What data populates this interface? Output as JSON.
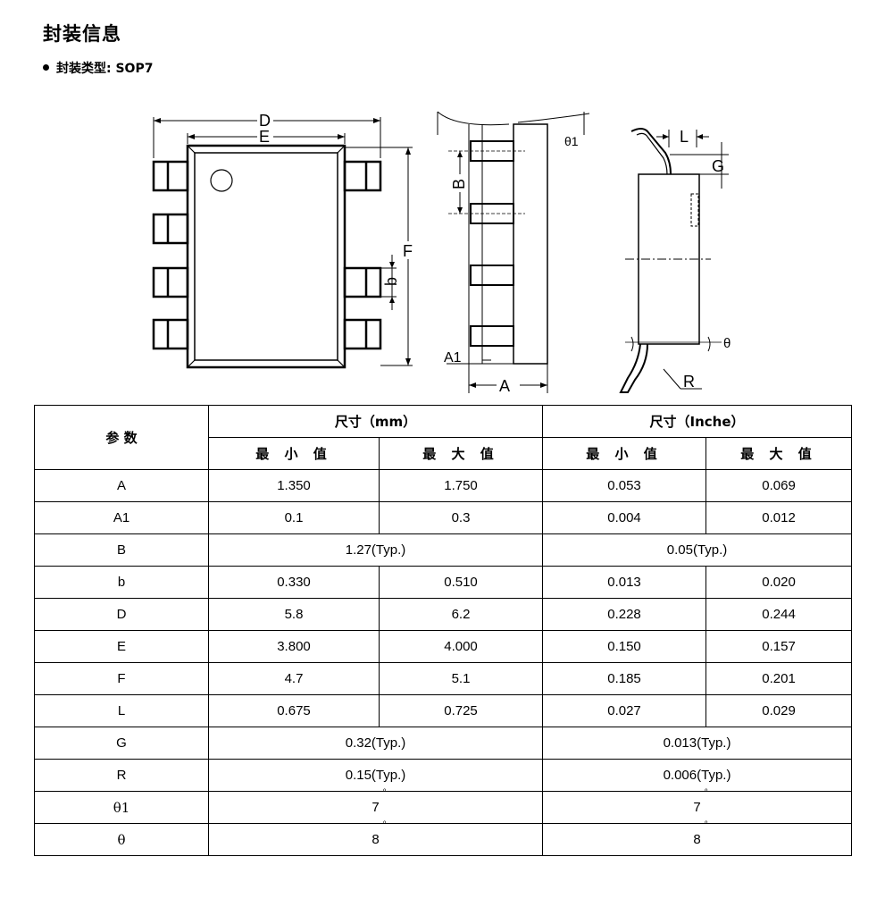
{
  "heading": "封装信息",
  "package": {
    "label": "封装类型",
    "type": "SOP7",
    "full": "封装类型: SOP7"
  },
  "drawing": {
    "labels": {
      "D": "D",
      "E": "E",
      "F": "F",
      "b": "b",
      "B": "B",
      "A": "A",
      "A1": "A1",
      "theta1": "θ1",
      "L": "L",
      "G": "G",
      "R": "R",
      "theta": "θ"
    }
  },
  "table": {
    "param_header": "参 数",
    "mm_header": "尺寸（mm）",
    "inch_header": "尺寸（Inche）",
    "sub_headers": [
      "最 小 值",
      "最 大 值",
      "最 小 值",
      "最 大 值"
    ],
    "rows": [
      {
        "param": "A",
        "mm_min": "1.350",
        "mm_max": "1.750",
        "in_min": "0.053",
        "in_max": "0.069"
      },
      {
        "param": "A1",
        "mm_min": "0.1",
        "mm_max": "0.3",
        "in_min": "0.004",
        "in_max": "0.012"
      },
      {
        "param": "B",
        "mm": "1.27(Typ.)",
        "in": "0.05(Typ.)"
      },
      {
        "param": "b",
        "mm_min": "0.330",
        "mm_max": "0.510",
        "in_min": "0.013",
        "in_max": "0.020"
      },
      {
        "param": "D",
        "mm_min": "5.8",
        "mm_max": "6.2",
        "in_min": "0.228",
        "in_max": "0.244"
      },
      {
        "param": "E",
        "mm_min": "3.800",
        "mm_max": "4.000",
        "in_min": "0.150",
        "in_max": "0.157"
      },
      {
        "param": "F",
        "mm_min": "4.7",
        "mm_max": "5.1",
        "in_min": "0.185",
        "in_max": "0.201"
      },
      {
        "param": "L",
        "mm_min": "0.675",
        "mm_max": "0.725",
        "in_min": "0.027",
        "in_max": "0.029"
      },
      {
        "param": "G",
        "mm": "0.32(Typ.)",
        "in": "0.013(Typ.)"
      },
      {
        "param": "R",
        "mm": "0.15(Typ.)",
        "in": "0.006(Typ.)"
      },
      {
        "param": "θ1",
        "mm": "7",
        "in": "7",
        "degree": "°"
      },
      {
        "param": "θ",
        "mm": "8",
        "in": "8",
        "degree": "°"
      }
    ]
  }
}
